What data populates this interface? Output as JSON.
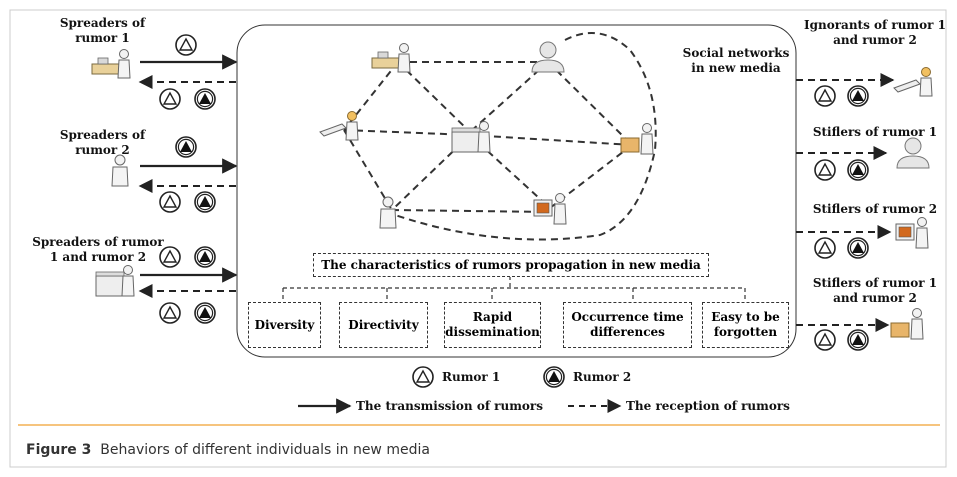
{
  "left_groups": [
    {
      "label": "Spreaders of rumor 1"
    },
    {
      "label": "Spreaders of rumor 2"
    },
    {
      "label": "Spreaders of rumor 1 and rumor 2"
    }
  ],
  "right_groups": [
    {
      "label": "Ignorants of rumor 1 and rumor 2"
    },
    {
      "label": "Stiflers of rumor 1"
    },
    {
      "label": "Stiflers of rumor 2"
    },
    {
      "label": "Stiflers of rumor 1 and rumor 2"
    }
  ],
  "network_label": "Social networks in new media",
  "characteristics_title": "The  characteristics of rumors propagation in new media",
  "characteristics": [
    "Diversity",
    "Directivity",
    "Rapid dissemination",
    "Occurrence time differences",
    "Easy to be forgotten"
  ],
  "legend": {
    "rumor1": "Rumor 1",
    "rumor2": "Rumor 2",
    "transmission": "The transmission of rumors",
    "reception": "The reception of rumors"
  },
  "caption": {
    "number": "Figure 3",
    "text": "Behaviors of different individuals in new media"
  },
  "colors": {
    "outline": "#333333",
    "caption_rule": "#f0a030"
  }
}
